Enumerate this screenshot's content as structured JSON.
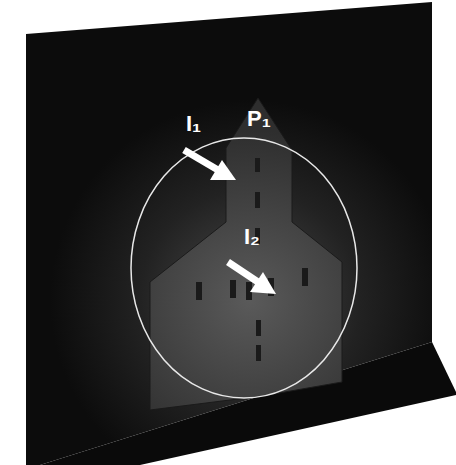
{
  "diagram": {
    "labels": [
      "P₁",
      "I₁",
      "I₂"
    ]
  }
}
